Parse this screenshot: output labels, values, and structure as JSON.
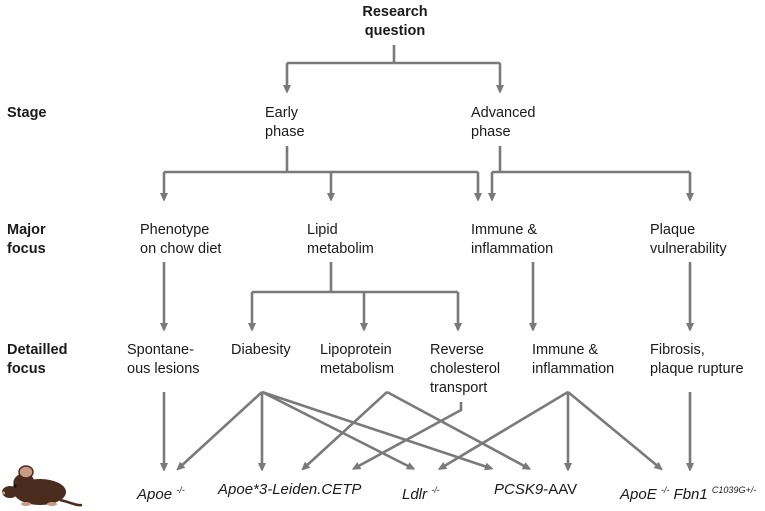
{
  "title": "Research\nquestion",
  "row_labels": {
    "stage": "Stage",
    "major_focus": "Major\nfocus",
    "detailed_focus": "Detailled\nfocus"
  },
  "stage": {
    "early": "Early\nphase",
    "advanced": "Advanced\nphase"
  },
  "major_focus": {
    "phenotype": "Phenotype\non chow diet",
    "lipid": "Lipid\nmetabolim",
    "immune": "Immune &\ninflammation",
    "plaque": "Plaque\nvulnerability"
  },
  "detailed_focus": {
    "spontaneous": "Spontane-\nous lesions",
    "diabesity": "Diabesity",
    "lipoprotein": "Lipoprotein\nmetabolism",
    "reverse": "Reverse\ncholesterol\ntransport",
    "immune": "Immune &\ninflammation",
    "fibrosis": "Fibrosis,\nplaque rupture"
  },
  "models": {
    "apoe": {
      "name": "Apoe",
      "sup": "-/-"
    },
    "apoe3": {
      "name": "Apoe*3-Leiden.CETP"
    },
    "ldlr": {
      "name": "Ldlr",
      "sup": "-/-"
    },
    "pcsk9": {
      "name_italic": "PCSK9",
      "name_plain": "-AAV"
    },
    "apoe_fbn1": {
      "name_a": "ApoE",
      "sup_a": "-/-",
      "name_b": "Fbn1",
      "sup_b": "C1039G+/-"
    }
  },
  "colors": {
    "arrow": "#7a7a7a",
    "mouse_body": "#4a2c1e",
    "mouse_ear": "#c99a86",
    "text": "#1a1a1a"
  },
  "icons": {
    "mouse": "mouse-icon"
  }
}
